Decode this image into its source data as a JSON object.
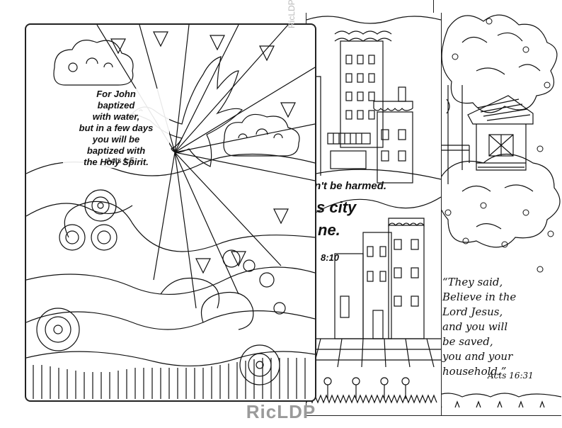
{
  "watermark": "RicLDP",
  "pages": [
    {
      "verse_lines": [
        "For John",
        "baptized",
        "with water,",
        "but in a few days",
        "you will be",
        "baptized with",
        "the Holy Spirit."
      ],
      "reference": "Acts 1:5"
    },
    {
      "verse_lines": [
        "on't be harmed.",
        "s city",
        "ne.",
        "8:10"
      ]
    },
    {
      "verse_lines": [
        "“They said,",
        "Believe in the",
        "Lord Jesus,",
        "and you will",
        "be saved,",
        "you and your",
        "household.”"
      ],
      "reference": "Acts 16:31"
    }
  ],
  "colors": {
    "ink": "#111111",
    "paper": "#ffffff",
    "watermark": "#9a9a9a"
  }
}
